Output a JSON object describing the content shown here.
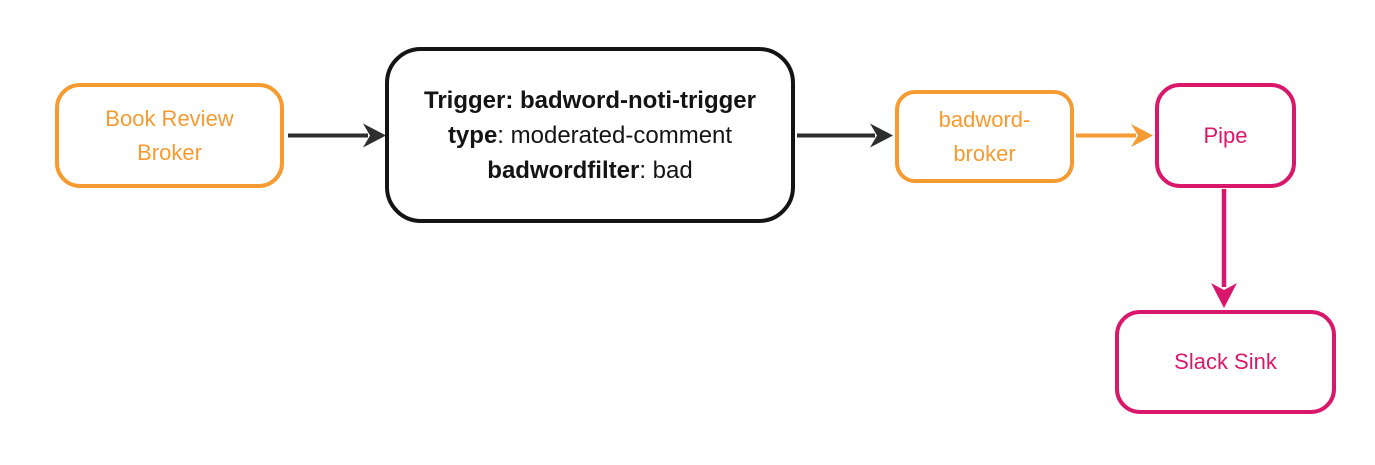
{
  "diagram": {
    "background": "#ffffff",
    "colors": {
      "orange": "#F59B31",
      "pink": "#D9186C",
      "node_border_black": "#141414",
      "edge_dark": "#2e2e2e"
    },
    "nodes": {
      "book_review_broker": {
        "line1": "Book Review",
        "line2": "Broker"
      },
      "trigger": {
        "line1_bold": "Trigger: badword-noti-trigger",
        "line2_bold": "type",
        "line2_rest": ": moderated-comment",
        "line3_bold": "badwordfilter",
        "line3_rest": ": bad"
      },
      "badword_broker": {
        "line1": "badword-",
        "line2": "broker"
      },
      "pipe": {
        "label": "Pipe"
      },
      "slack_sink": {
        "label": "Slack Sink"
      }
    },
    "edges": [
      {
        "from": "book-review-broker",
        "to": "trigger",
        "color": "#2e2e2e",
        "direction": "right"
      },
      {
        "from": "trigger",
        "to": "badword-broker",
        "color": "#2e2e2e",
        "direction": "right"
      },
      {
        "from": "badword-broker",
        "to": "pipe",
        "color": "#F59B31",
        "direction": "right"
      },
      {
        "from": "pipe",
        "to": "slack-sink",
        "color": "#D9186C",
        "direction": "down"
      }
    ]
  }
}
